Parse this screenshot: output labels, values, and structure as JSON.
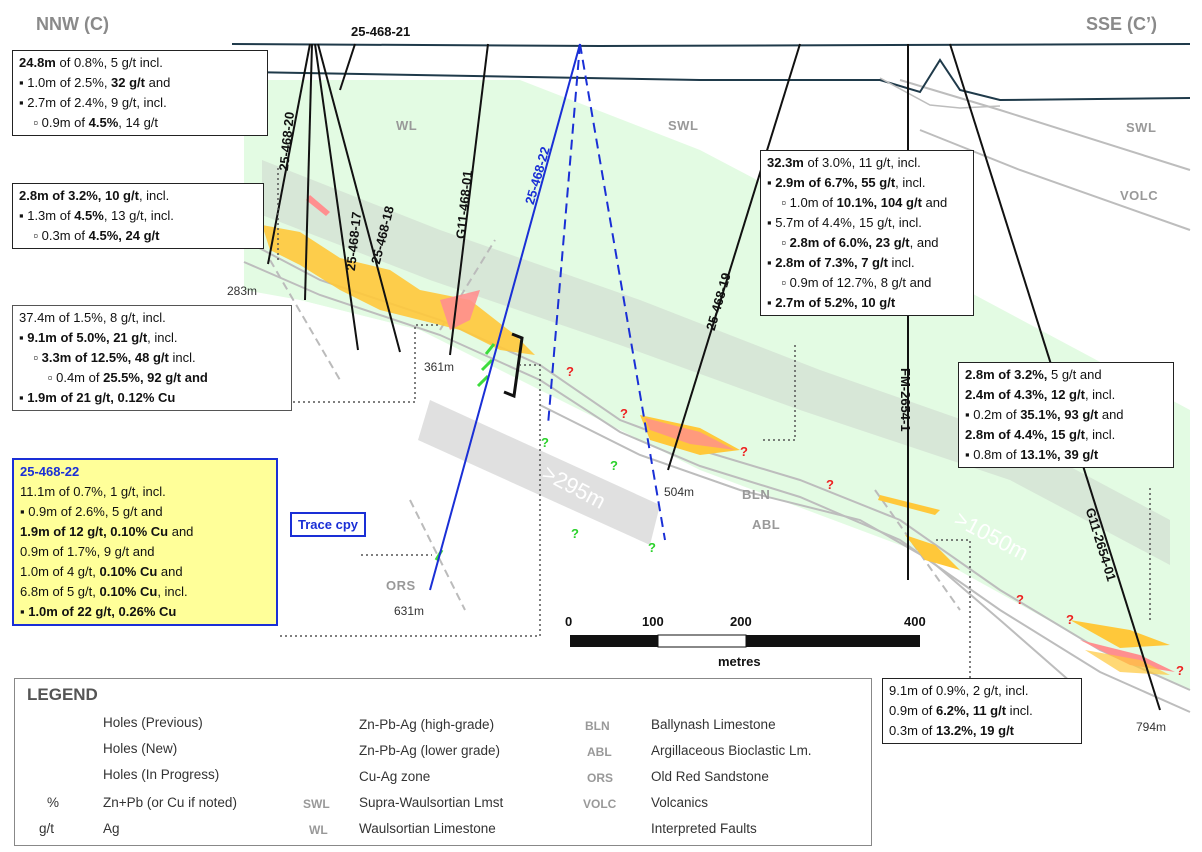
{
  "headers": {
    "left": "NNW (C)",
    "right": "SSE (C’)"
  },
  "formations": {
    "wl": "WL",
    "swl_center": "SWL",
    "swl_right": "SWL",
    "volc": "VOLC",
    "bln": "BLN",
    "abl": "ABL",
    "ors": "ORS"
  },
  "holes": {
    "h21": "25-468-21",
    "h20": "25-468-20",
    "h17": "25-468-17",
    "h18": "25-468-18",
    "g01": "G11-468-01",
    "h22": "25-468-22",
    "h19": "25-468-19",
    "fm": "FM-2654-1",
    "g2654": "G11-2654-01"
  },
  "depths": {
    "d283": "283m",
    "d361": "361m",
    "d631": "631m",
    "d504": "504m",
    "d794": "794m"
  },
  "intervals": {
    "i295": ">295m",
    "i1050": ">1050m"
  },
  "boxes": {
    "b1": [
      [
        {
          "t": "24.8m",
          "b": true
        },
        {
          "t": " of 0.8%, 5 g/t incl."
        }
      ],
      [
        {
          "t": "▪ 1.0m of 2.5%, "
        },
        {
          "t": "32 g/t",
          "b": true
        },
        {
          "t": " and"
        }
      ],
      [
        {
          "t": "▪ 2.7m of 2.4%, 9 g/t, incl."
        }
      ],
      [
        {
          "t": "    ▫ 0.9m of "
        },
        {
          "t": "4.5%",
          "b": true
        },
        {
          "t": ", 14 g/t"
        }
      ]
    ],
    "b2": [
      [
        {
          "t": "2.8m of 3.2%, 10 g/t",
          "b": true
        },
        {
          "t": ", incl."
        }
      ],
      [
        {
          "t": "▪ 1.3m of "
        },
        {
          "t": "4.5%",
          "b": true
        },
        {
          "t": ", 13 g/t, incl."
        }
      ],
      [
        {
          "t": "    ▫ 0.3m of "
        },
        {
          "t": "4.5%, 24 g/t",
          "b": true
        }
      ]
    ],
    "b3": [
      [
        {
          "t": "37.4m of 1.5%, 8 g/t, incl."
        }
      ],
      [
        {
          "t": "▪ 9.1m of 5.0%, 21 g/t",
          "b": true
        },
        {
          "t": ", incl."
        }
      ],
      [
        {
          "t": "    ▫ "
        },
        {
          "t": "3.3m of 12.5%, 48 g/t",
          "b": true
        },
        {
          "t": " incl."
        }
      ],
      [
        {
          "t": "        ▫ 0.4m of "
        },
        {
          "t": "25.5%, 92 g/t and",
          "b": true
        }
      ],
      [
        {
          "t": "▪ 1.9m of 21 g/t, 0.12% Cu",
          "b": true
        }
      ]
    ],
    "b4": [
      [
        {
          "t": "32.3m",
          "b": true
        },
        {
          "t": " of 3.0%, 11 g/t, incl."
        }
      ],
      [
        {
          "t": "▪ 2.9m of 6.7%, 55 g/t",
          "b": true
        },
        {
          "t": ", incl."
        }
      ],
      [
        {
          "t": "    ▫ 1.0m of "
        },
        {
          "t": "10.1%, 104 g/t",
          "b": true
        },
        {
          "t": " and"
        }
      ],
      [
        {
          "t": "▪ 5.7m of 4.4%, 15 g/t, incl."
        }
      ],
      [
        {
          "t": "    ▫ "
        },
        {
          "t": "2.8m of 6.0%, 23 g/t",
          "b": true
        },
        {
          "t": ", and"
        }
      ],
      [
        {
          "t": "▪ 2.8m of 7.3%, 7 g/t",
          "b": true
        },
        {
          "t": " incl."
        }
      ],
      [
        {
          "t": "    ▫ 0.9m of 12.7%, 8 g/t and"
        }
      ],
      [
        {
          "t": "▪ 2.7m of 5.2%, 10 g/t",
          "b": true
        }
      ]
    ],
    "b5": [
      [
        {
          "t": "2.8m of 3.2%, ",
          "b": true
        },
        {
          "t": "5 g/t and"
        }
      ],
      [
        {
          "t": "2.4m of 4.3%, 12 g/t",
          "b": true
        },
        {
          "t": ", incl."
        }
      ],
      [
        {
          "t": "▪ 0.2m of "
        },
        {
          "t": "35.1%, 93 g/t",
          "b": true
        },
        {
          "t": " and"
        }
      ],
      [
        {
          "t": "2.8m of 4.4%, 15 g/t",
          "b": true
        },
        {
          "t": ", incl."
        }
      ],
      [
        {
          "t": "▪ 0.8m of "
        },
        {
          "t": "13.1%, 39 g/t",
          "b": true
        }
      ]
    ],
    "b6": [
      [
        {
          "t": "25-468-22",
          "b": true,
          "c": "#1a2fd6"
        }
      ],
      [
        {
          "t": "11.1m of 0.7%, 1 g/t, incl."
        }
      ],
      [
        {
          "t": "▪ 0.9m of 2.6%, 5 g/t and"
        }
      ],
      [
        {
          "t": "1.9m of 12 g/t, 0.10% Cu",
          "b": true
        },
        {
          "t": " and"
        }
      ],
      [
        {
          "t": "0.9m of 1.7%, 9 g/t and"
        }
      ],
      [
        {
          "t": "1.0m of 4 g/t, "
        },
        {
          "t": "0.10% Cu",
          "b": true
        },
        {
          "t": " and"
        }
      ],
      [
        {
          "t": "6.8m of 5 g/t, "
        },
        {
          "t": "0.10% Cu",
          "b": true
        },
        {
          "t": ", incl."
        }
      ],
      [
        {
          "t": "▪ 1.0m of 22 g/t, 0.26% Cu",
          "b": true
        }
      ]
    ],
    "b7": [
      [
        {
          "t": "9.1m of 0.9%, 2 g/t, incl."
        }
      ],
      [
        {
          "t": "0.9m of "
        },
        {
          "t": "6.2%, 11 g/t",
          "b": true
        },
        {
          "t": " incl."
        }
      ],
      [
        {
          "t": "0.3m of "
        },
        {
          "t": "13.2%, 19 g/t",
          "b": true
        }
      ]
    ]
  },
  "trace_label": "Trace cpy",
  "scale": {
    "t0": "0",
    "t100": "100",
    "t200": "200",
    "t400": "400",
    "unit": "metres"
  },
  "legend": {
    "title": "LEGEND",
    "holes_previous": "Holes (Previous)",
    "holes_new": "Holes (New)",
    "holes_progress": "Holes (In Progress)",
    "pct_sym": "%",
    "pct_desc": "Zn+Pb (or Cu if noted)",
    "gt_sym": "g/t",
    "gt_desc": "Ag",
    "zn_high": "Zn-Pb-Ag (high-grade)",
    "zn_low": "Zn-Pb-Ag (lower grade)",
    "cu_zone": "Cu-Ag zone",
    "swl_abbr": "SWL",
    "swl_desc": "Supra-Waulsortian Lmst",
    "wl_abbr": "WL",
    "wl_desc": "Waulsortian Limestone",
    "bln_abbr": "BLN",
    "bln_desc": "Ballynash Limestone",
    "abl_abbr": "ABL",
    "abl_desc": "Argillaceous Bioclastic Lm.",
    "ors_abbr": "ORS",
    "ors_desc": "Old Red Sandstone",
    "volc_abbr": "VOLC",
    "volc_desc": "Volcanics",
    "faults": "Interpreted Faults"
  },
  "colors": {
    "hole_previous": "#111111",
    "hole_new": "#1a2fd6",
    "wl_fill": "#e3fbe3",
    "high_grade": "#ff8f8f",
    "lower_grade": "#ffc83a",
    "cu_zone": "#3cdc3c",
    "question_red": "#e22222"
  }
}
